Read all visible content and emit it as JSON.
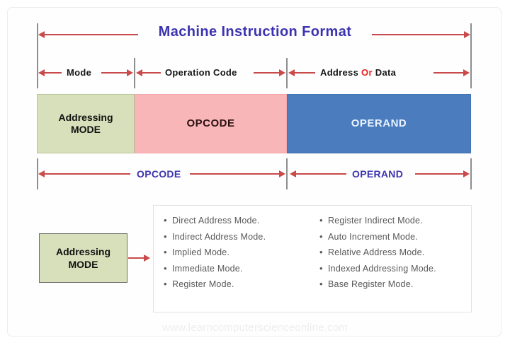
{
  "diagram": {
    "title": "Machine  Instruction  Format",
    "watermark": "www.learncomputerscienceonline.com",
    "colors": {
      "title": "#3c33b0",
      "arrow": "#c94a4a",
      "guide": "#8e8e8e",
      "mode_box": "#d8e0bb",
      "opcode_box": "#f9b6b8",
      "operand_box": "#4a7cbe",
      "or_highlight": "#e8211f",
      "band_label": "#3c33b0"
    },
    "field_labels": {
      "mode": "Mode",
      "operation_code": "Operation  Code",
      "address_prefix": "Address",
      "address_or": "Or",
      "address_suffix": "Data"
    },
    "boxes": {
      "mode_line1": "Addressing",
      "mode_line2": "MODE",
      "opcode": "OPCODE",
      "operand": "OPERAND"
    },
    "band_labels": {
      "opcode": "OPCODE",
      "operand": "OPERAND"
    },
    "addressing_box": {
      "line1": "Addressing",
      "line2": "MODE"
    },
    "mode_list": {
      "bullet": "•",
      "column1": [
        "Direct  Address Mode.",
        "Indirect Address Mode.",
        "Implied Mode.",
        "Immediate Mode.",
        "Register Mode."
      ],
      "column2": [
        "Register Indirect Mode.",
        "Auto Increment Mode.",
        "Relative Address Mode.",
        "Indexed Addressing Mode.",
        "Base Register Mode."
      ]
    }
  }
}
